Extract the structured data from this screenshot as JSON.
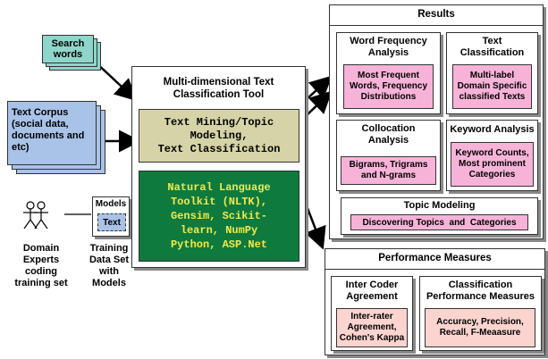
{
  "inputs": {
    "search_words": "Search\nwords",
    "text_corpus": "Text Corpus\n(social data,\ndocuments and\netc)",
    "experts": "Domain\nExperts\ncoding\ntraining set",
    "models_title": "Models",
    "models_text": "Text",
    "training_data": "Training\nData Set\nwith\nModels"
  },
  "tool": {
    "title": "Multi-dimensional Text\nClassification Tool",
    "mining": "Text Mining/Topic\nModeling,\nText Classification",
    "libraries": "Natural Language\nToolkit (NLTK),\nGensim, Scikit-\nlearn, NumPy\nPython, ASP.Net"
  },
  "results": {
    "title": "Results",
    "word_freq": {
      "title": "Word Frequency\nAnalysis",
      "content": "Most Frequent\nWords, Frequency\nDistributions"
    },
    "text_class": {
      "title": "Text\nClassification",
      "content": "Multi-label\nDomain Specific\nclassified Texts"
    },
    "collocation": {
      "title": "Collocation\nAnalysis",
      "content": "Bigrams, Trigrams\nand N-grams"
    },
    "keyword": {
      "title": "Keyword Analysis",
      "content": "Keyword Counts,\nMost prominent\nCategories"
    },
    "topic": {
      "title": "Topic Modeling",
      "content": "Discovering Topics  and  Categories"
    }
  },
  "performance": {
    "title": "Performance Measures",
    "inter_coder": {
      "title": "Inter Coder\nAgreement",
      "content": "Inter-rater\nAgreement,\nCohen's Kappa"
    },
    "classification": {
      "title": "Classification\nPerformance Measures",
      "content": "Accuracy, Precision,\nRecall, F-Meaasure"
    }
  },
  "colors": {
    "search_fill": "#8ed6c9",
    "corpus_fill": "#a8c2e8",
    "mining_fill": "#d6d3a8",
    "library_fill": "#0e7a3e",
    "library_text": "#f2e94e",
    "pink": "#f7b3d7",
    "salmon": "#fbd3cf"
  }
}
